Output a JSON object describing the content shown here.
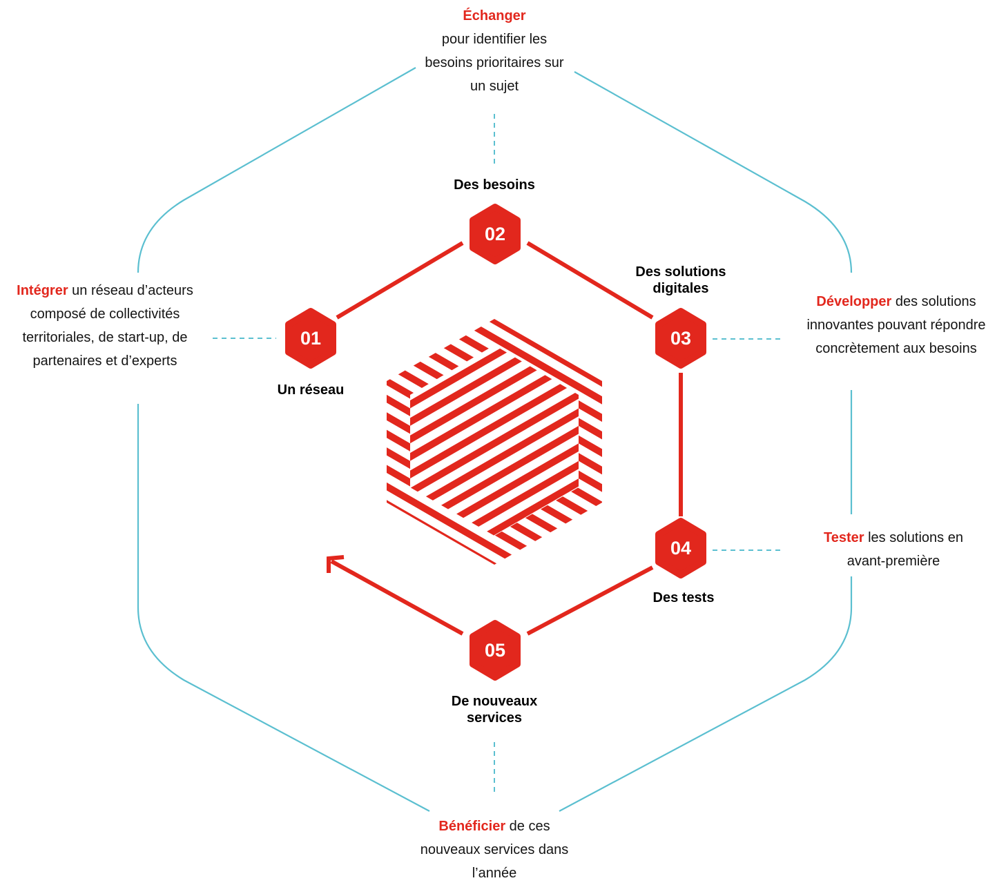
{
  "colors": {
    "accent": "#e2271d",
    "outline": "#5bbfd0",
    "text": "#141414"
  },
  "stages": [
    {
      "number": "01",
      "label": "Un réseau"
    },
    {
      "number": "02",
      "label": "Des besoins"
    },
    {
      "number": "03",
      "label": "Des solutions digitales"
    },
    {
      "number": "04",
      "label": "Des tests"
    },
    {
      "number": "05",
      "label": "De nouveaux services"
    }
  ],
  "descriptions": {
    "top": {
      "highlight": "Échanger",
      "text": "pour identifier les besoins prioritaires sur un sujet"
    },
    "left": {
      "highlight": "Intégrer",
      "text": "un réseau d’acteurs composé de collectivités territoriales, de start-up, de partenaires et d’experts"
    },
    "right1": {
      "highlight": "Développer",
      "text": "des solutions innovantes pouvant répondre concrètement aux besoins"
    },
    "right2": {
      "highlight": "Tester",
      "text": "les solutions en avant-première"
    },
    "bottom": {
      "highlight": "Bénéficier",
      "text": "de ces nouveaux services dans l’année"
    }
  }
}
